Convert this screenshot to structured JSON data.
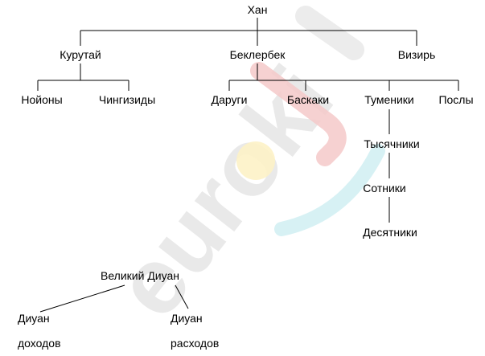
{
  "diagram": {
    "root": "Хан",
    "kurultai": "Курутай",
    "beklerbek": "Беклербек",
    "vizier": "Визирь",
    "noyons": "Нойоны",
    "chinggisids": "Чингизиды",
    "darugi": "Даруги",
    "baskaki": "Баскаки",
    "temniki": "Тумeники",
    "posly": "Послы",
    "thousands": "Тысячники",
    "hundreds": "Сотники",
    "tens": "Десятники",
    "great_divan": "Великий Диуан",
    "divan_income_line1": "Диуан",
    "divan_income_line2": "доходов",
    "divan_expense_line1": "Диуан",
    "divan_expense_line2": "расходов"
  },
  "watermark": {
    "text": "euroki",
    "colors": {
      "letters": "#e8e8e8",
      "red_stroke": "#f4c6c6",
      "yellow_dot": "#fdf1c2",
      "cyan_arc": "#cdeff2"
    }
  }
}
